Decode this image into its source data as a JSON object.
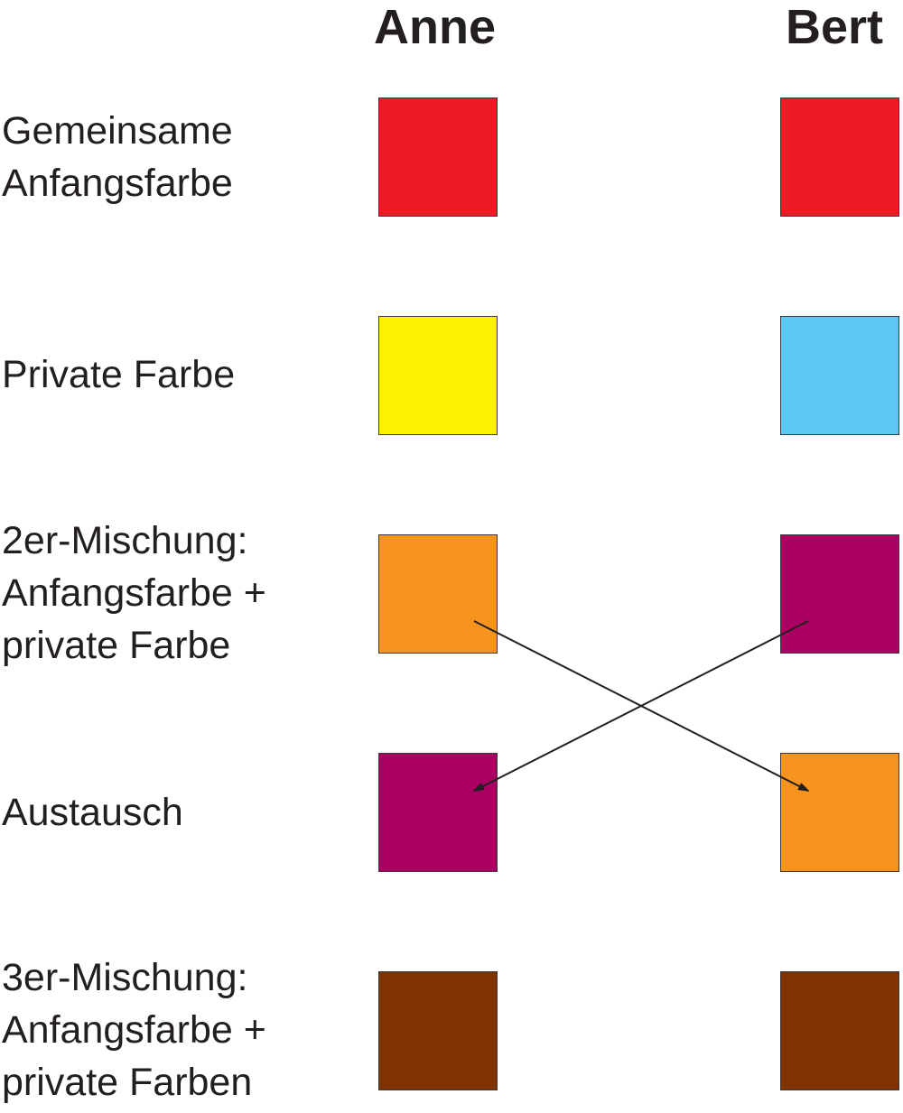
{
  "headers": {
    "anne": "Anne",
    "bert": "Bert"
  },
  "rows": [
    {
      "label": "Gemeinsame\nAnfangsfarbe",
      "anne_color": "#ed1c24",
      "bert_color": "#ed1c24"
    },
    {
      "label": "Private Farbe",
      "anne_color": "#fff200",
      "bert_color": "#5bc8f3"
    },
    {
      "label": "2er-Mischung:\nAnfangsfarbe +\nprivate Farbe",
      "anne_color": "#f7941d",
      "bert_color": "#ab0063"
    },
    {
      "label": "Austausch",
      "anne_color": "#ab0063",
      "bert_color": "#f7941d"
    },
    {
      "label": "3er-Mischung:\nAnfangsfarbe +\nprivate Farben",
      "anne_color": "#7f3300",
      "bert_color": "#7f3300"
    }
  ],
  "arrow_color": "#231f20"
}
